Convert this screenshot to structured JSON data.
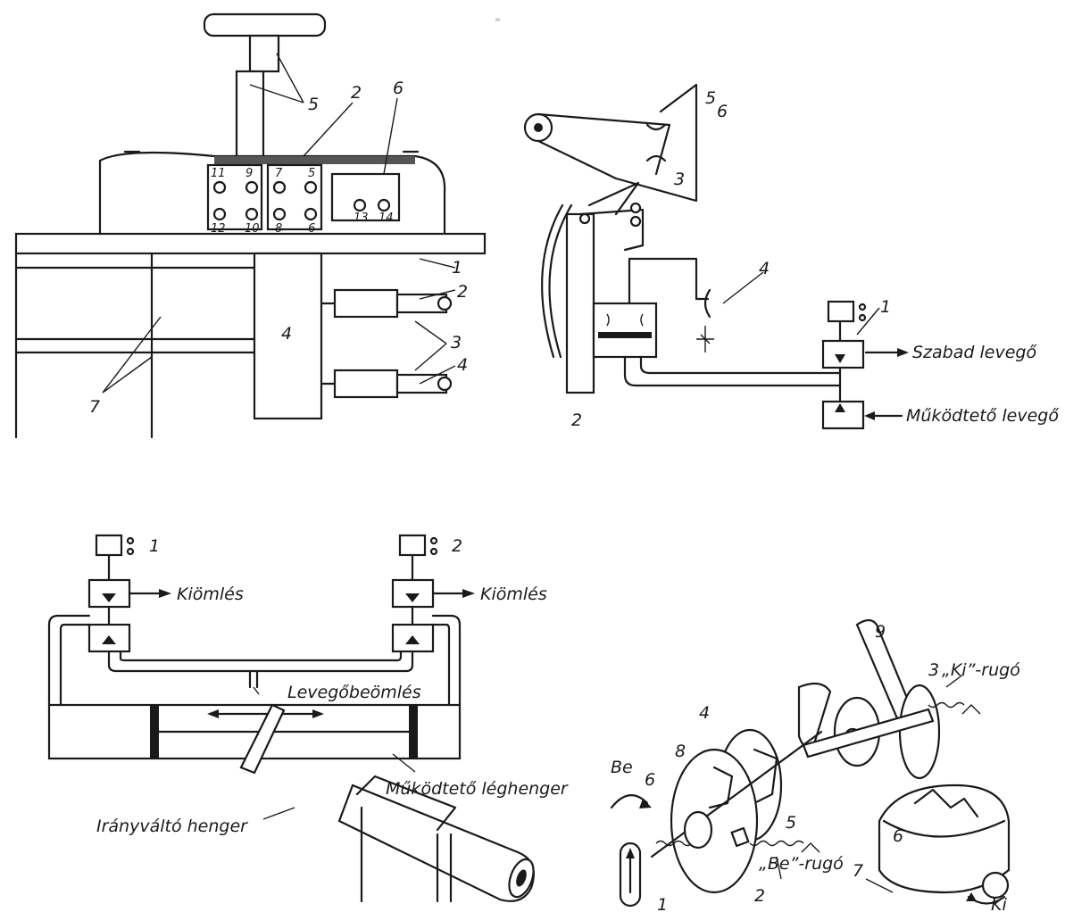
{
  "panel_tl": {
    "labels": [
      "5",
      "2",
      "6",
      "1",
      "2",
      "3",
      "4",
      "4",
      "7"
    ],
    "contacts_top": [
      "11",
      "9",
      "7",
      "5"
    ],
    "contacts_bottom": [
      "12",
      "10",
      "8",
      "6"
    ],
    "contacts_right": [
      "13",
      "14"
    ]
  },
  "panel_tr": {
    "labels": [
      "5",
      "6",
      "3",
      "4",
      "1",
      "2"
    ],
    "szabad": "Szabad levegő",
    "mukodteto": "Működtető levegő"
  },
  "panel_bl": {
    "coil1": "1",
    "coil2": "2",
    "kiomles_left": "Kiömlés",
    "kiomles_right": "Kiömlés",
    "levegobeomles": "Levegőbeömlés",
    "leghenger": "Működtető léghenger",
    "iranyvalto": "Irányváltó henger"
  },
  "panel_br": {
    "label_9": "9",
    "label_3": "3",
    "ki_rugo": "„Ki”-rugó",
    "label_4": "4",
    "label_8": "8",
    "label_6a": "6",
    "be": "Be",
    "label_5": "5",
    "be_rugo": "„Be”-rugó",
    "label_2": "2",
    "label_1": "1",
    "label_6b": "6",
    "label_7": "7",
    "ki": "Ki"
  }
}
